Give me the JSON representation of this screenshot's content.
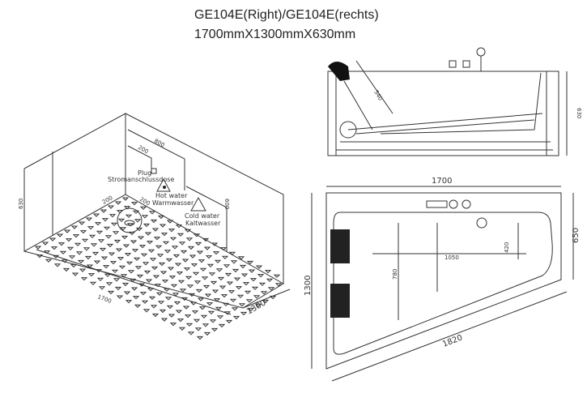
{
  "title_line1": "GE104E(Right)/GE104E(rechts)",
  "title_line2": "1700mmX1300mmX630mm",
  "iso_view": {
    "plug": "Plug",
    "plug_de": "Stromanschlussdose",
    "hot": "Hot water",
    "hot_de": "Warmwasser",
    "cold": "Cold water",
    "cold_de": "Kaltwasser",
    "dim_200a": "200",
    "dim_200b": "200",
    "dim_200c": "200",
    "dim_800": "800",
    "dim_600": "600",
    "dim_630": "630",
    "dim_1700": "1700",
    "dim_1300": "1300"
  },
  "side_view": {
    "dim_540": "540",
    "dim_630": "630"
  },
  "top_view": {
    "dim_1700": "1700",
    "dim_650": "650",
    "dim_1300": "1300",
    "dim_1820": "1820",
    "dim_1050": "1050",
    "dim_420": "420",
    "dim_780": "780"
  }
}
